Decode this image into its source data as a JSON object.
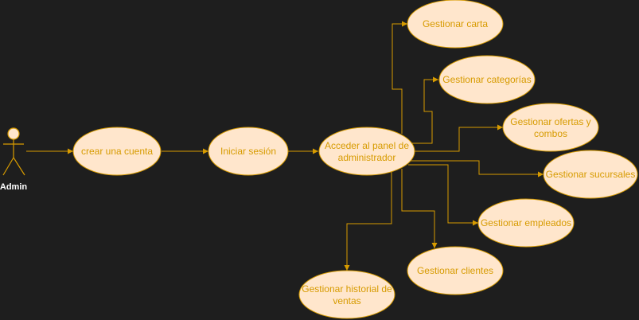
{
  "diagram": {
    "actor": {
      "label": "Admin"
    },
    "use_cases": {
      "crear_cuenta": "crear una cuenta",
      "iniciar_sesion": "Iniciar sesión",
      "panel": [
        "Acceder al panel de",
        "administrador"
      ],
      "carta": "Gestionar carta",
      "categorias": "Gestionar categorías",
      "ofertas": [
        "Gestionar ofertas y",
        "combos"
      ],
      "sucursales": "Gestionar sucursales",
      "empleados": "Gestionar empleados",
      "clientes": "Gestionar clientes",
      "historial": [
        "Gestionar historial de",
        "ventas"
      ]
    },
    "colors": {
      "background": "#1e1e1e",
      "ellipse_fill": "#ffe6cc",
      "stroke": "#d79b00",
      "text": "#d79b00",
      "actor_label": "#ffffff"
    }
  }
}
